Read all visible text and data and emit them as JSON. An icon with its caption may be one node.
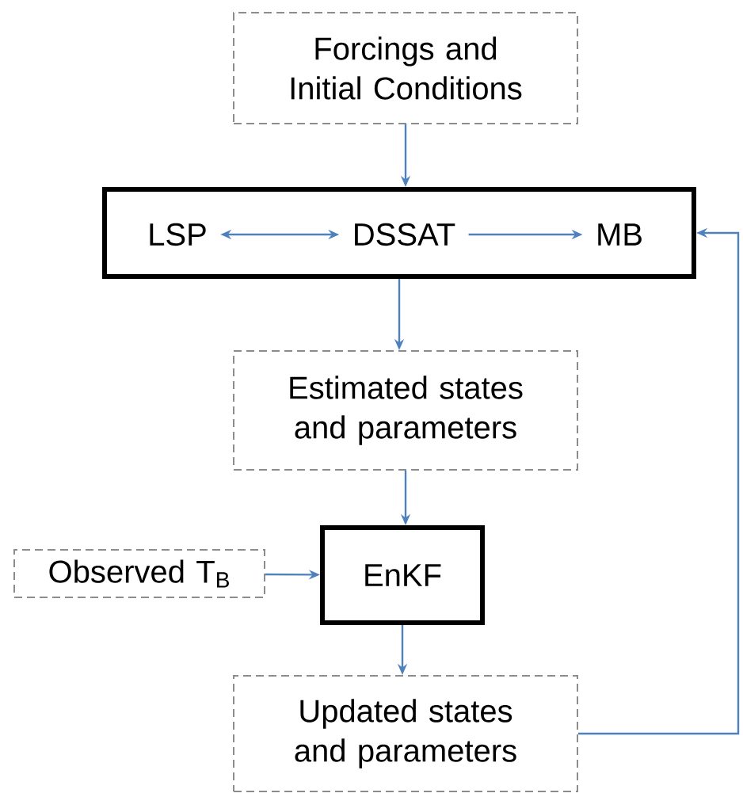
{
  "diagram": {
    "nodes": [
      {
        "text": [
          "Forcings and Initial Conditions"
        ]
      },
      {
        "text": [],
        "shape": "box"
      },
      {
        "text": [
          "LSP"
        ],
        "in": 1
      },
      {
        "text": [
          "DSSAT"
        ],
        "in": 1
      },
      {
        "text": [
          "MB"
        ],
        "in": 1
      },
      {
        "text": [
          "Estimated states and parameters"
        ]
      },
      {
        "text": [
          "Observed T$_{B}$"
        ]
      },
      {
        "text": [
          "EnKF"
        ]
      },
      {
        "text": [
          "Updated states and parameters"
        ]
      }
    ],
    "edges": [
      {
        "from": 0,
        "to": 1,
        "arrow": "to"
      },
      {
        "from": 2,
        "to": 3,
        "arrow": "both"
      },
      {
        "from": 3,
        "to": 4,
        "arrow": "to"
      },
      {
        "from": 1,
        "to": 5,
        "arrow": "to"
      },
      {
        "from": 5,
        "to": 7,
        "arrow": "to"
      },
      {
        "from": 6,
        "to": 7,
        "arrow": "to"
      },
      {
        "from": 7,
        "to": 8,
        "arrow": "to"
      },
      {
        "from": 8,
        "to": 1,
        "arrow": "to"
      }
    ]
  }
}
